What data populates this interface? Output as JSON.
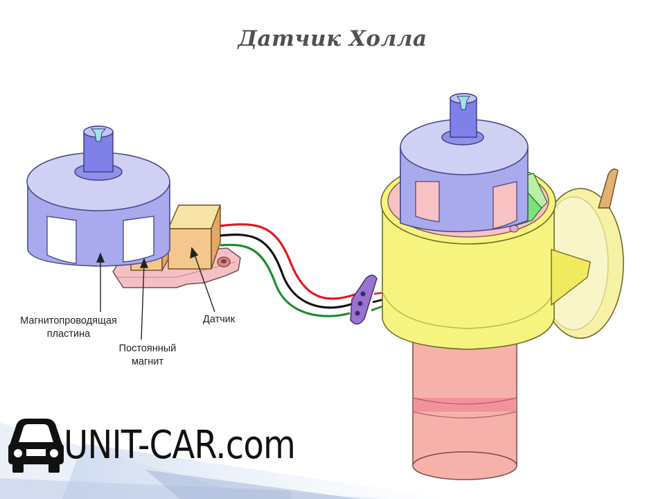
{
  "title": "Датчик Холла",
  "labels": {
    "plate_line1": "Магнитопроводящая",
    "plate_line2": "пластина",
    "magnet_line1": "Постоянный",
    "magnet_line2": "магнит",
    "sensor": "Датчик"
  },
  "brand": {
    "text": "UNIT-CAR.com",
    "icon": "car-icon"
  },
  "colors": {
    "rotor": "#a9a9ee",
    "shaft": "#7f80e8",
    "base_plate": "#f4c0c6",
    "sensor_block": "#f6c78c",
    "housing": "#f6f47e",
    "vacuum_disc": "#f7f1a6",
    "lower_body": "#f6b2aa",
    "connector": "#9a72cf",
    "wire_red": "#e8141c",
    "wire_black": "#111111",
    "wire_green": "#1d8b2a"
  }
}
